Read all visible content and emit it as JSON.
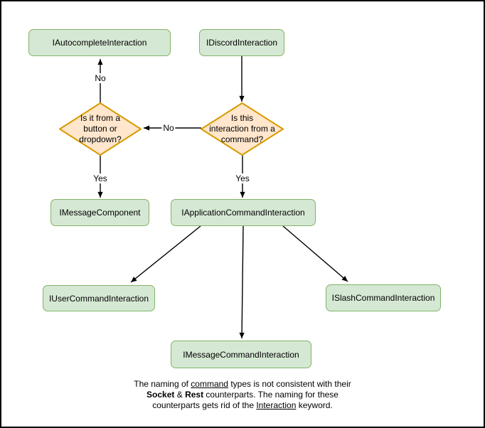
{
  "colors": {
    "canvas_bg": "#ffffff",
    "frame_border": "#000000",
    "node_fill": "#d5e8d4",
    "node_stroke": "#82b366",
    "decision_fill": "#ffe6cc",
    "decision_stroke": "#d79b00",
    "edge": "#000000"
  },
  "nodes": {
    "autocomplete": {
      "label": "IAutocompleteInteraction"
    },
    "discord": {
      "label": "IDiscordInteraction"
    },
    "message_component": {
      "label": "IMessageComponent"
    },
    "application_command": {
      "label": "IApplicationCommandInteraction"
    },
    "user_command": {
      "label": "IUserCommandInteraction"
    },
    "slash_command": {
      "label": "ISlashCommandInteraction"
    },
    "message_command": {
      "label": "IMessageCommandInteraction"
    }
  },
  "decisions": {
    "from_button_or_dropdown": {
      "label": "Is it from a\nbutton or\ndropdown?"
    },
    "from_command": {
      "label": "Is this\ninteraction from a\ncommand?"
    }
  },
  "edge_labels": {
    "no_to_autocomplete": "No",
    "no_to_button_dropdown": "No",
    "yes_to_message_component": "Yes",
    "yes_to_application_command": "Yes"
  },
  "note": {
    "line1": {
      "pre": "The naming of ",
      "underlined": "command",
      "post": " types is not consistent with their"
    },
    "line2": {
      "bold1": "Socket",
      "mid": " & ",
      "bold2": "Rest",
      "post": " counterparts. The naming for these"
    },
    "line3": {
      "pre": "counterparts gets rid of the ",
      "underlined": "Interaction",
      "post": " keyword."
    }
  }
}
